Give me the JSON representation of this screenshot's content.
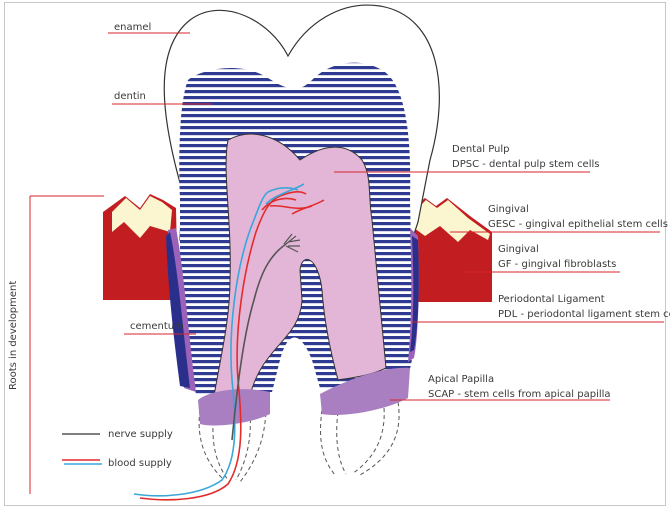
{
  "labels": {
    "enamel": "enamel",
    "dentin": "dentin",
    "pulp_title": "Dental Pulp",
    "pulp_sub": "DPSC - dental pulp stem cells",
    "gingival1_title": "Gingival",
    "gingival1_sub": "GESC - gingival epithelial stem cells",
    "gingival2_title": "Gingival",
    "gingival2_sub": "GF - gingival fibroblasts",
    "pdl_title": "Periodontal Ligament",
    "pdl_sub": "PDL - periodontal ligament stem cells",
    "cementum": "cementum",
    "apical_title": "Apical Papilla",
    "apical_sub": "SCAP - stem cells from apical papilla",
    "roots": "Roots in development"
  },
  "legend": {
    "nerve": "nerve supply",
    "blood": "blood supply"
  },
  "colors": {
    "dentin_stripe": "#2f3a93",
    "pulp": "#e3b6d8",
    "enamel_gum": "#fbf6d0",
    "gum": "#c21e22",
    "cementum": "#9a62b8",
    "pdl_dark": "#2b2f8c",
    "papilla": "#a97fc2",
    "leader": "#d6262b",
    "artery": "#e32b2b",
    "vein": "#3aa7d8",
    "nerve": "#555555"
  }
}
